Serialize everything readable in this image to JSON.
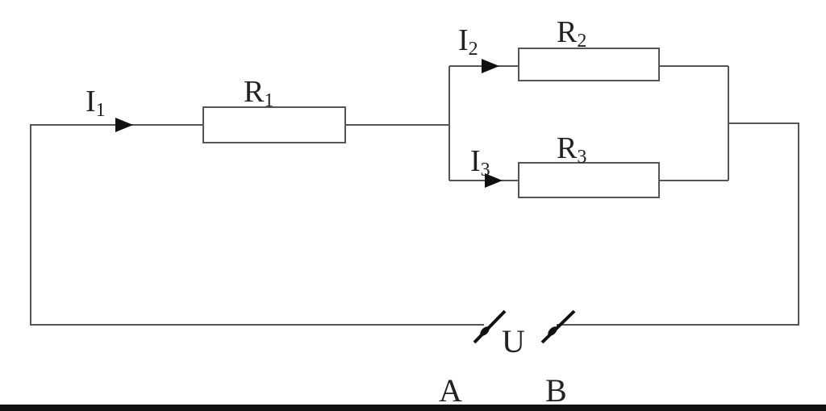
{
  "labels": {
    "I1": {
      "main": "I",
      "sub": "1"
    },
    "I2": {
      "main": "I",
      "sub": "2"
    },
    "I3": {
      "main": "I",
      "sub": "3"
    },
    "R1": {
      "main": "R",
      "sub": "1"
    },
    "R2": {
      "main": "R",
      "sub": "2"
    },
    "R3": {
      "main": "R",
      "sub": "3"
    },
    "U": "U",
    "A": "A",
    "B": "B"
  },
  "colors": {
    "wire": "#555555",
    "text": "#222222"
  }
}
